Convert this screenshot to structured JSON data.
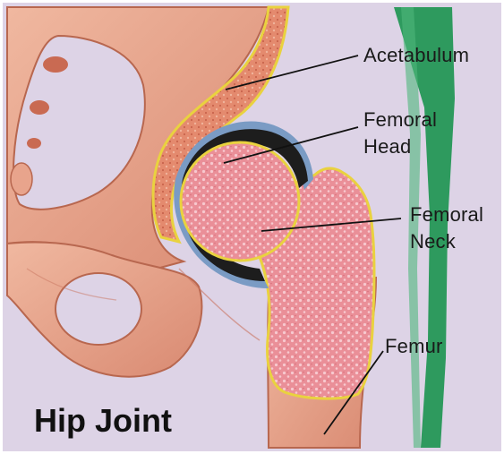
{
  "title": "Hip Joint",
  "labels": {
    "acetabulum": "Acetabulum",
    "femoral_head_line1": "Femoral",
    "femoral_head_line2": "Head",
    "femoral_neck_line1": "Femoral",
    "femoral_neck_line2": "Neck",
    "femur": "Femur"
  },
  "colors": {
    "background": "#ddd3e6",
    "bone_outer": "#e6a088",
    "bone_shadow": "#c97560",
    "marrow": "#ea8f98",
    "marrow_dots": "#f7c9cf",
    "cartilage_outline": "#e9d23f",
    "joint_space": "#1d1d1d",
    "joint_rim_blue": "#7a9bc4",
    "muscle_green": "#2e9a5e"
  }
}
